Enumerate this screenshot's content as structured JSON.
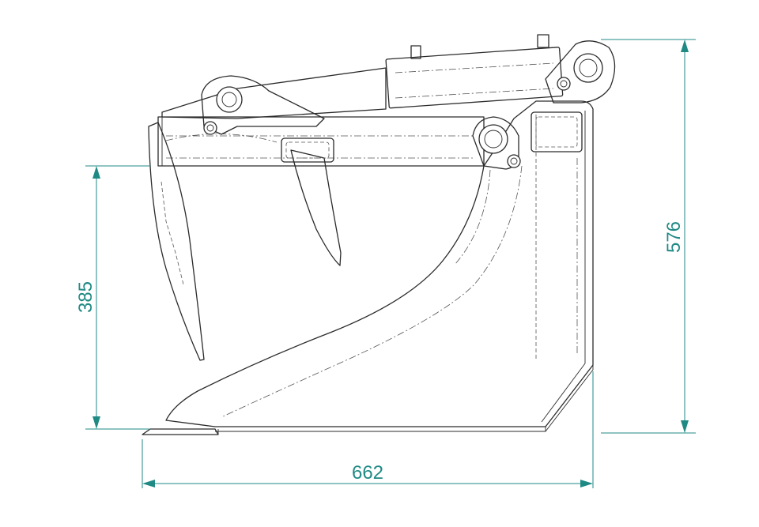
{
  "dimensions": {
    "width": "662",
    "overall_height": "576",
    "tine_height": "385"
  },
  "colors": {
    "dimension": "#1f8a84",
    "outline": "#2b2b2b"
  }
}
